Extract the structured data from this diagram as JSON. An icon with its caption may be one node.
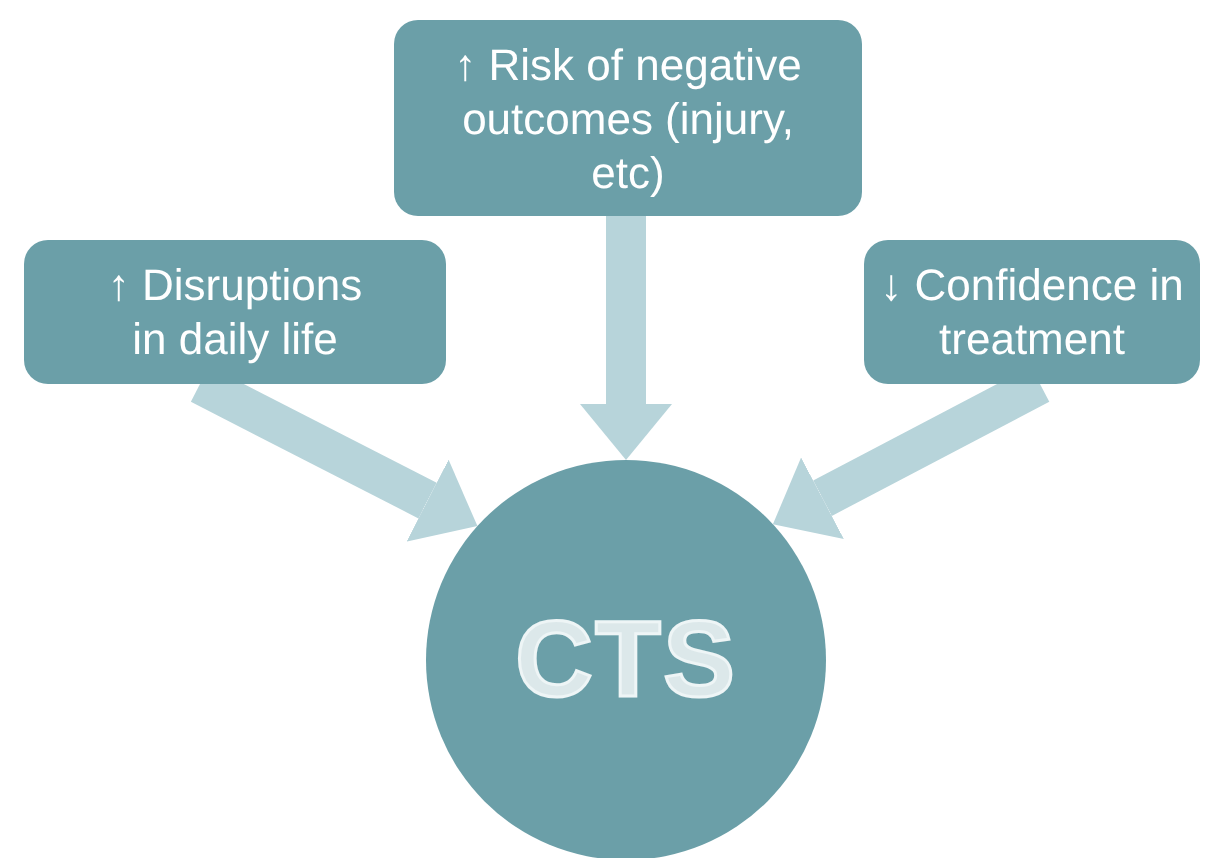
{
  "diagram": {
    "nodes": [
      {
        "text": [
          "↑ Risk of negative outcomes (injury, etc)"
        ]
      },
      {
        "text": [
          "↑ Disruptions in daily life"
        ]
      },
      {
        "text": [
          "↓ Confidence in treatment"
        ]
      },
      {
        "text": [
          "CTS"
        ]
      }
    ],
    "edges": [
      {
        "from": 1,
        "to": 3,
        "arrow": "to"
      },
      {
        "from": 0,
        "to": 3,
        "arrow": "to"
      },
      {
        "from": 2,
        "to": 3,
        "arrow": "to"
      }
    ]
  }
}
